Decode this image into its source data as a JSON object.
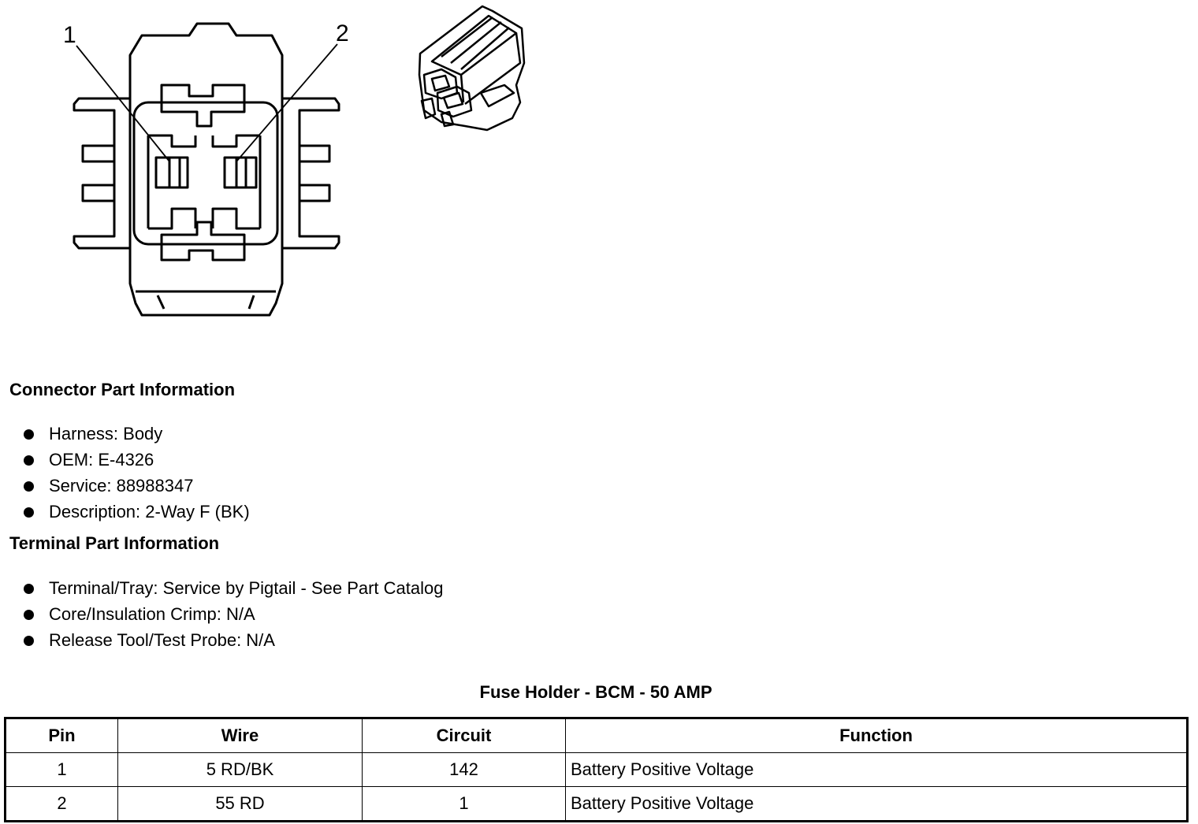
{
  "diagram": {
    "pin_callouts": [
      "1",
      "2"
    ]
  },
  "connector_info": {
    "heading": "Connector Part Information",
    "items": [
      "Harness: Body",
      "OEM: E-4326",
      "Service: 88988347",
      "Description: 2-Way F (BK)"
    ]
  },
  "terminal_info": {
    "heading": "Terminal Part Information",
    "items": [
      "Terminal/Tray: Service by Pigtail - See Part Catalog",
      "Core/Insulation Crimp: N/A",
      "Release Tool/Test Probe: N/A"
    ]
  },
  "table": {
    "title": "Fuse Holder - BCM - 50 AMP",
    "headers": [
      "Pin",
      "Wire",
      "Circuit",
      "Function"
    ],
    "rows": [
      [
        "1",
        "5 RD/BK",
        "142",
        "Battery Positive Voltage"
      ],
      [
        "2",
        "55 RD",
        "1",
        "Battery Positive Voltage"
      ]
    ]
  }
}
